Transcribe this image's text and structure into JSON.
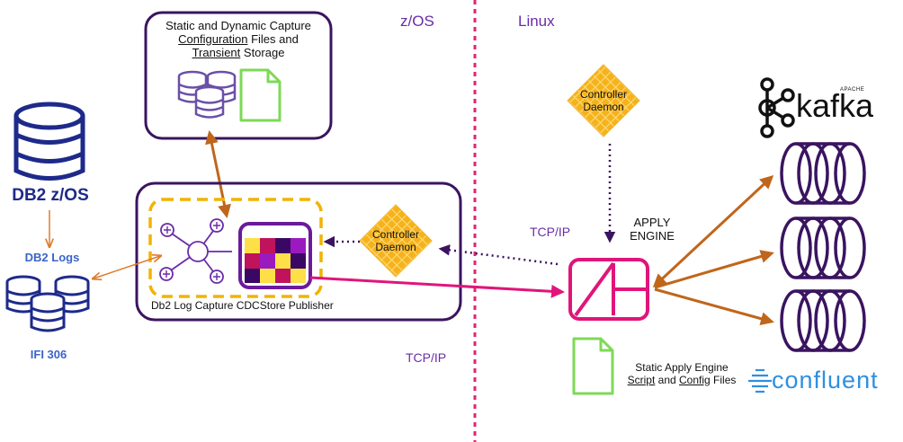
{
  "regions": {
    "zos": "z/OS",
    "linux": "Linux"
  },
  "db2": {
    "title": "DB2 z/OS",
    "logs_label": "DB2 Logs",
    "ifi_label": "IFI 306"
  },
  "config_box": {
    "line1": "Static and Dynamic Capture",
    "config_word": "Configuration",
    "line2_rest": " Files and",
    "transient_word": "Transient",
    "line3_rest": " Storage"
  },
  "publisher": {
    "label": "Db2 Log Capture CDCStore Publisher"
  },
  "controller_left": {
    "line1": "Controller",
    "line2": "Daemon"
  },
  "controller_right": {
    "line1": "Controller",
    "line2": "Daemon"
  },
  "protocols": {
    "tcp_top": "TCP/IP",
    "tcp_bottom": "TCP/IP"
  },
  "apply_engine": {
    "line1": "APPLY",
    "line2": "ENGINE"
  },
  "apply_files": {
    "line1": "Static Apply Engine",
    "script_word": "Script",
    "and_word": " and ",
    "config_word": "Config",
    "files_word": " Files"
  },
  "kafka": {
    "apache_label": "APACHE",
    "name": "kafka"
  },
  "confluent": {
    "name": "confluent"
  },
  "colors": {
    "purple_border": "#3a1460",
    "zos_text": "#6a2ca8",
    "db2_navy": "#1e2a8a",
    "divider": "#e0266f",
    "pink_arrow": "#e0157a",
    "orange_arrow": "#c0661a",
    "dashed_orange": "#f0b400",
    "controller_gold": "#f6b21b",
    "green_doc": "#7ed957",
    "confluent_blue": "#2f8fe0"
  }
}
